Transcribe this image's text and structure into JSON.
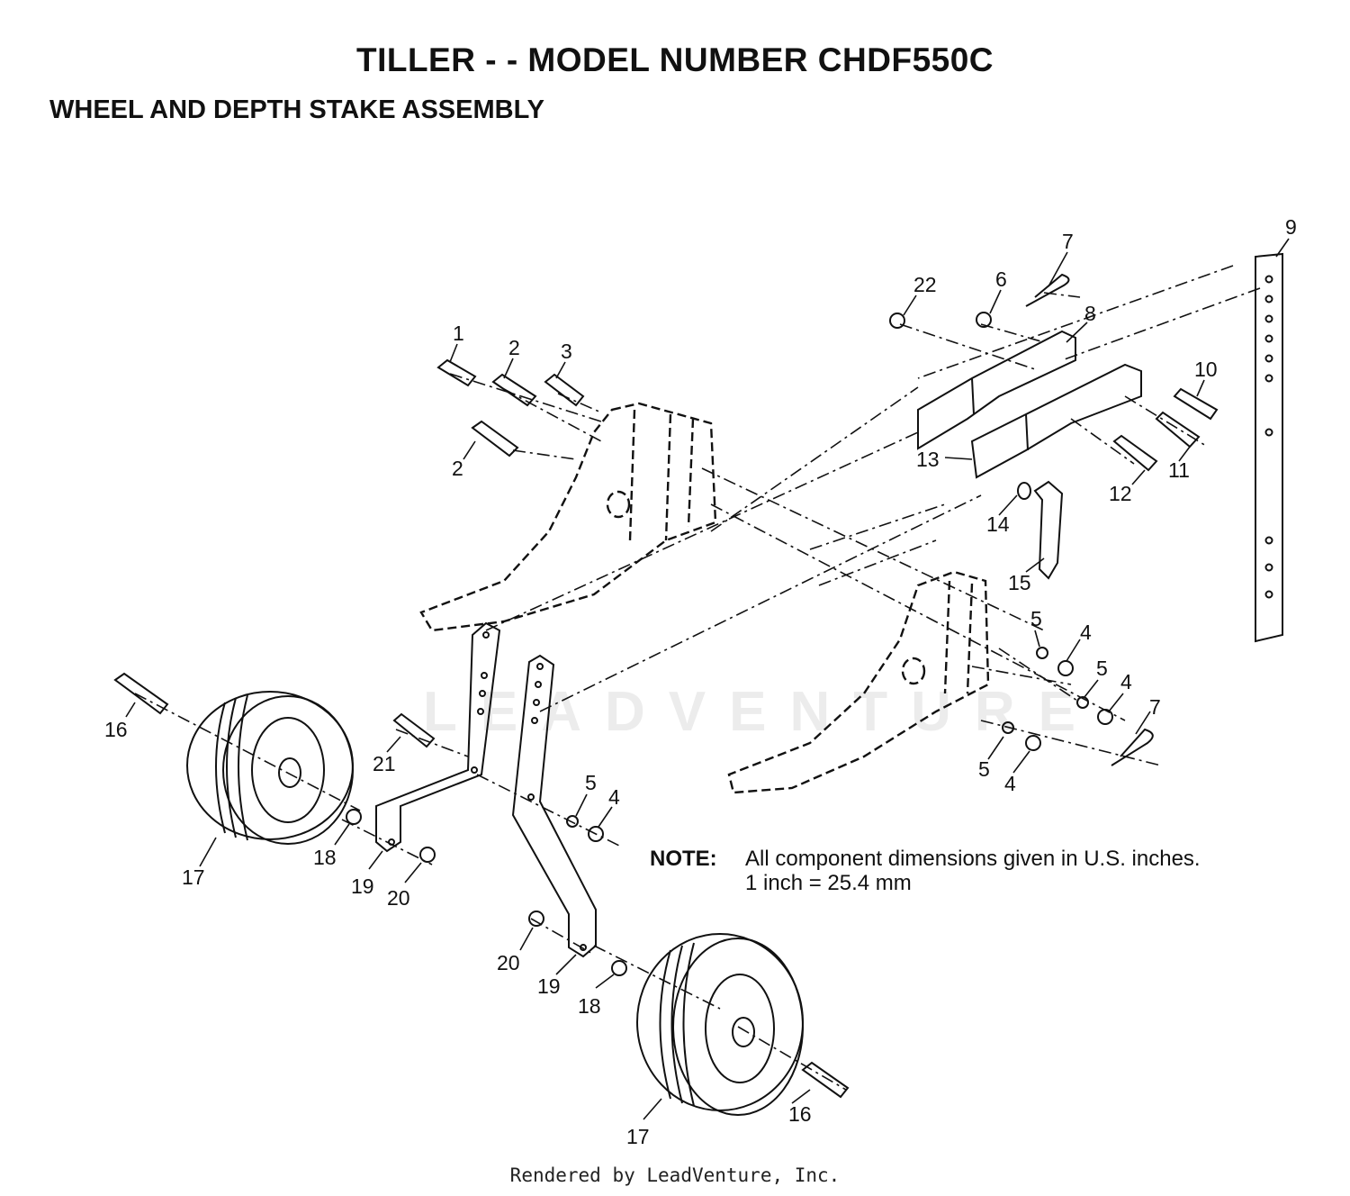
{
  "header": {
    "title": "TILLER - - MODEL NUMBER CHDF550C",
    "subtitle": "WHEEL AND DEPTH STAKE ASSEMBLY"
  },
  "note": {
    "label": "NOTE:",
    "line1": "All component dimensions given in U.S. inches.",
    "line2": "1 inch = 25.4 mm"
  },
  "watermark": "LEADVENTURE",
  "footer": "Rendered by LeadVenture, Inc.",
  "callouts": {
    "c1": "1",
    "c2a": "2",
    "c2b": "2",
    "c3": "3",
    "c4a": "4",
    "c4b": "4",
    "c4c": "4",
    "c4d": "4",
    "c5a": "5",
    "c5b": "5",
    "c5c": "5",
    "c5d": "5",
    "c6": "6",
    "c7a": "7",
    "c7b": "7",
    "c8": "8",
    "c9": "9",
    "c10": "10",
    "c11": "11",
    "c12": "12",
    "c13": "13",
    "c14": "14",
    "c15": "15",
    "c16a": "16",
    "c16b": "16",
    "c17a": "17",
    "c17b": "17",
    "c18a": "18",
    "c18b": "18",
    "c19a": "19",
    "c19b": "19",
    "c20a": "20",
    "c20b": "20",
    "c21": "21",
    "c22": "22"
  }
}
